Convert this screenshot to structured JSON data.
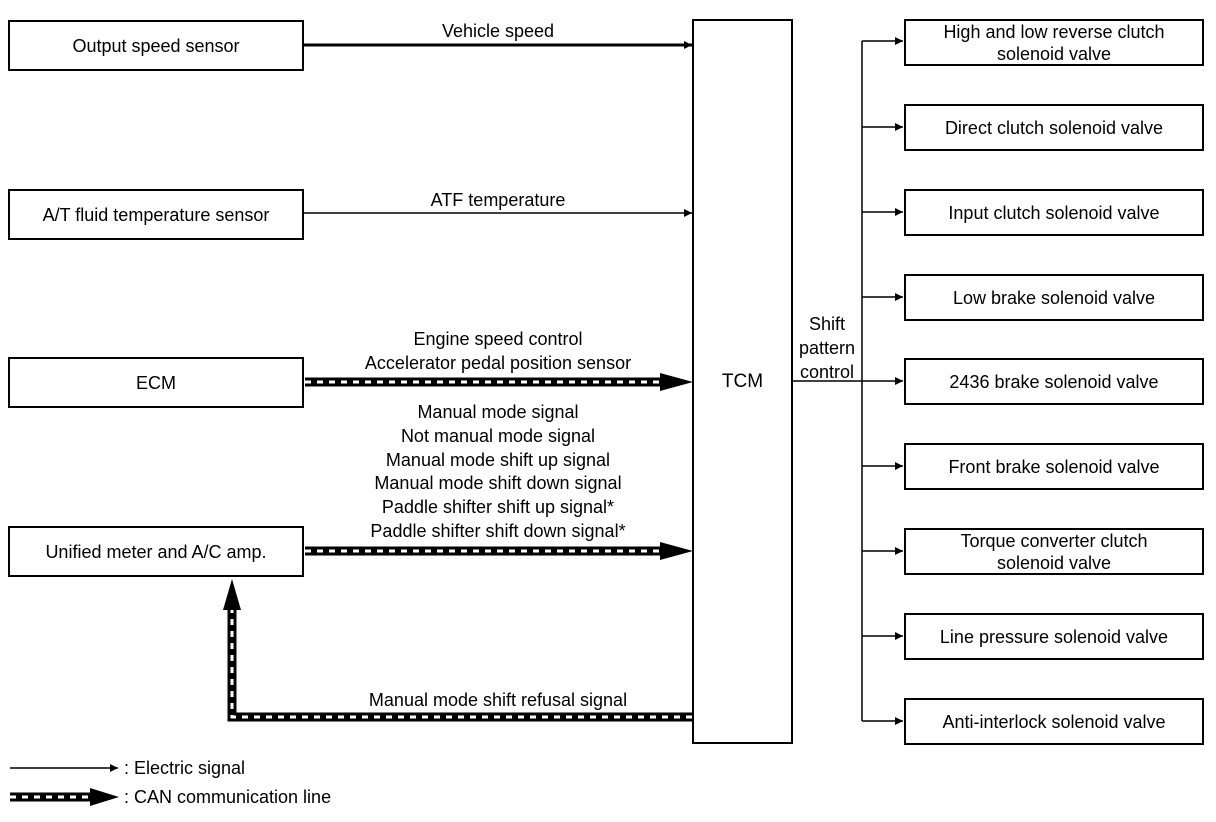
{
  "inputs": {
    "output_speed_sensor": "Output speed sensor",
    "atf_temp_sensor": "A/T fluid temperature sensor",
    "ecm": "ECM",
    "unified_meter": "Unified meter and A/C amp."
  },
  "tcm": "TCM",
  "signals": {
    "vehicle_speed": "Vehicle speed",
    "atf_temperature": "ATF temperature",
    "ecm_lines": [
      "Engine speed control",
      "Accelerator pedal position sensor"
    ],
    "meter_lines": [
      "Manual mode signal",
      "Not manual mode signal",
      "Manual mode shift up signal",
      "Manual mode shift down signal",
      "Paddle shifter shift up signal*",
      "Paddle shifter shift down signal*"
    ],
    "refusal": "Manual mode shift refusal signal"
  },
  "shift_pattern_control": [
    "Shift",
    "pattern",
    "control"
  ],
  "outputs": [
    "High and low reverse clutch solenoid valve",
    "Direct clutch solenoid valve",
    "Input clutch solenoid valve",
    "Low brake solenoid valve",
    "2436 brake solenoid valve",
    "Front brake solenoid valve",
    "Torque converter clutch solenoid valve",
    "Line pressure solenoid valve",
    "Anti-interlock solenoid valve"
  ],
  "legend": {
    "electric": ": Electric signal",
    "can": ": CAN communication line"
  }
}
